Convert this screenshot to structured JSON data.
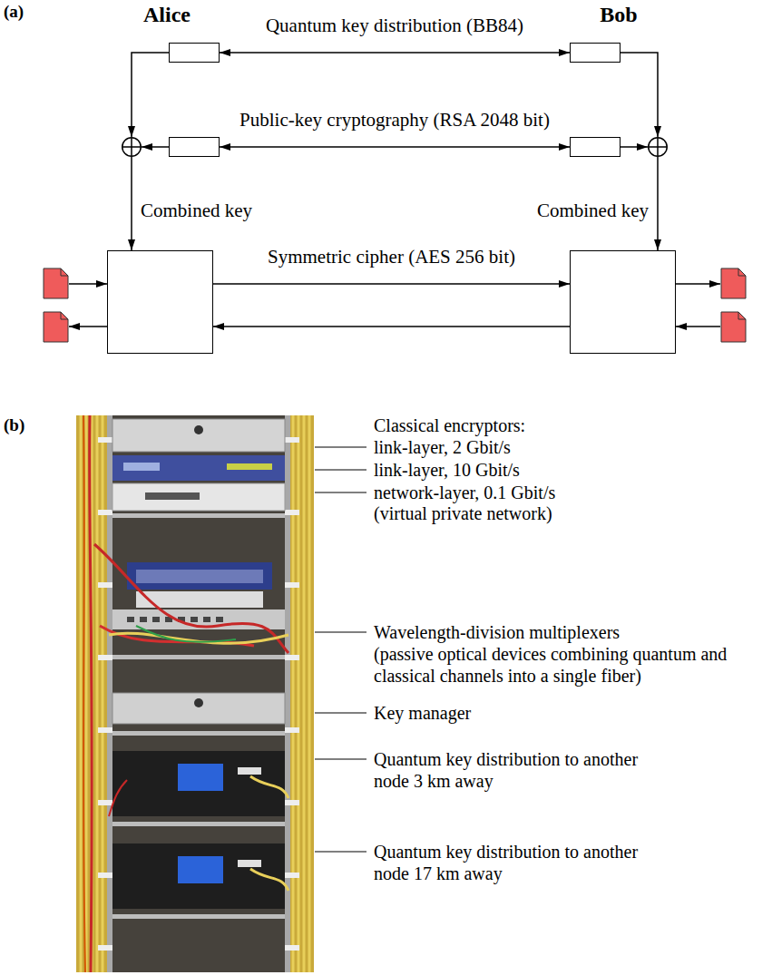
{
  "diagram": {
    "nodes": [
      {
        "text": []
      },
      {
        "text": []
      },
      {
        "text": []
      },
      {
        "text": []
      },
      {
        "text": []
      },
      {
        "text": []
      },
      {
        "text": []
      },
      {
        "text": []
      }
    ],
    "edges": [
      {
        "from": 0,
        "to": 1,
        "arrow": "both",
        "label": "Quantum key distribution (BB84)"
      },
      {
        "from": 3,
        "to": 4,
        "arrow": "both",
        "label": "Public-key cryptography (RSA 2048 bit)"
      },
      {
        "from": 0,
        "to": 2,
        "arrow": "to"
      },
      {
        "from": 3,
        "to": 2,
        "arrow": "to"
      },
      {
        "from": 1,
        "to": 5,
        "arrow": "to"
      },
      {
        "from": 4,
        "to": 5,
        "arrow": "to"
      },
      {
        "from": 2,
        "to": 6,
        "arrow": "to",
        "label": "Combined key"
      },
      {
        "from": 5,
        "to": 7,
        "arrow": "to",
        "label": "Combined key"
      },
      {
        "from": 6,
        "to": 7,
        "arrow": "to",
        "label": "Symmetric cipher (AES 256 bit)"
      },
      {
        "from": 7,
        "to": 6,
        "arrow": "to"
      }
    ],
    "labels": [
      "(a)",
      "Alice",
      "Bob",
      "(b)",
      "Classical encryptors:",
      "link-layer, 2 Gbit/s",
      "link-layer, 10 Gbit/s",
      "network-layer, 0.1 Gbit/s",
      "(virtual private network)",
      "Wavelength-division multiplexers",
      "(passive optical devices combining quantum and classical channels into a single fiber)",
      "Key manager",
      "Quantum key distribution to another node 3 km away",
      "Quantum key distribution to another node 17 km away"
    ]
  }
}
